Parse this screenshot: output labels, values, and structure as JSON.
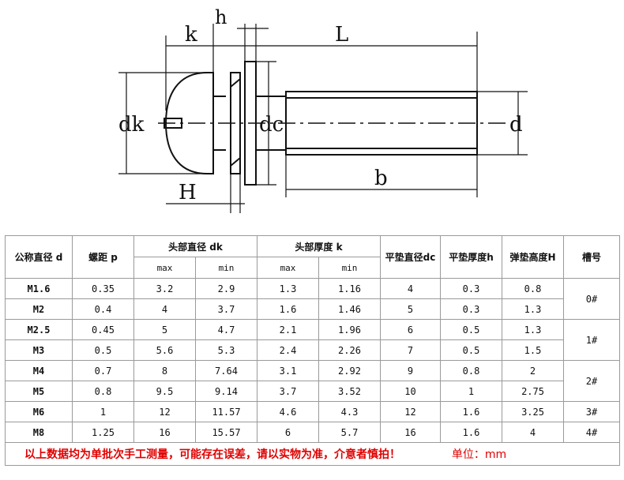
{
  "drawing": {
    "labels": {
      "k": "k",
      "h": "h",
      "L": "L",
      "dk": "dk",
      "dc": "dc",
      "d": "d",
      "H": "H",
      "b": "b"
    }
  },
  "table": {
    "headers": {
      "nominal_d": "公称直径 d",
      "pitch": "螺距 p",
      "head_dia": "头部直径 dk",
      "head_thk": "头部厚度 k",
      "washer_dia": "平垫直径dc",
      "washer_thk": "平垫厚度h",
      "spring_height": "弹垫高度H",
      "slot": "槽号",
      "max": "max",
      "min": "min"
    },
    "rows": [
      {
        "size": "M1.6",
        "p": "0.35",
        "dk_max": "3.2",
        "dk_min": "2.9",
        "k_max": "1.3",
        "k_min": "1.16",
        "dc": "4",
        "h": "0.3",
        "H": "0.8"
      },
      {
        "size": "M2",
        "p": "0.4",
        "dk_max": "4",
        "dk_min": "3.7",
        "k_max": "1.6",
        "k_min": "1.46",
        "dc": "5",
        "h": "0.3",
        "H": "1.3"
      },
      {
        "size": "M2.5",
        "p": "0.45",
        "dk_max": "5",
        "dk_min": "4.7",
        "k_max": "2.1",
        "k_min": "1.96",
        "dc": "6",
        "h": "0.5",
        "H": "1.3"
      },
      {
        "size": "M3",
        "p": "0.5",
        "dk_max": "5.6",
        "dk_min": "5.3",
        "k_max": "2.4",
        "k_min": "2.26",
        "dc": "7",
        "h": "0.5",
        "H": "1.5"
      },
      {
        "size": "M4",
        "p": "0.7",
        "dk_max": "8",
        "dk_min": "7.64",
        "k_max": "3.1",
        "k_min": "2.92",
        "dc": "9",
        "h": "0.8",
        "H": "2"
      },
      {
        "size": "M5",
        "p": "0.8",
        "dk_max": "9.5",
        "dk_min": "9.14",
        "k_max": "3.7",
        "k_min": "3.52",
        "dc": "10",
        "h": "1",
        "H": "2.75"
      },
      {
        "size": "M6",
        "p": "1",
        "dk_max": "12",
        "dk_min": "11.57",
        "k_max": "4.6",
        "k_min": "4.3",
        "dc": "12",
        "h": "1.6",
        "H": "3.25"
      },
      {
        "size": "M8",
        "p": "1.25",
        "dk_max": "16",
        "dk_min": "15.57",
        "k_max": "6",
        "k_min": "5.7",
        "dc": "16",
        "h": "1.6",
        "H": "4"
      }
    ],
    "slots": [
      "0#",
      "1#",
      "2#",
      "3#",
      "4#"
    ]
  },
  "footer": {
    "note": "以上数据均为单批次手工测量，可能存在误差，请以实物为准，介意者慎拍！",
    "unit": "单位：mm"
  }
}
